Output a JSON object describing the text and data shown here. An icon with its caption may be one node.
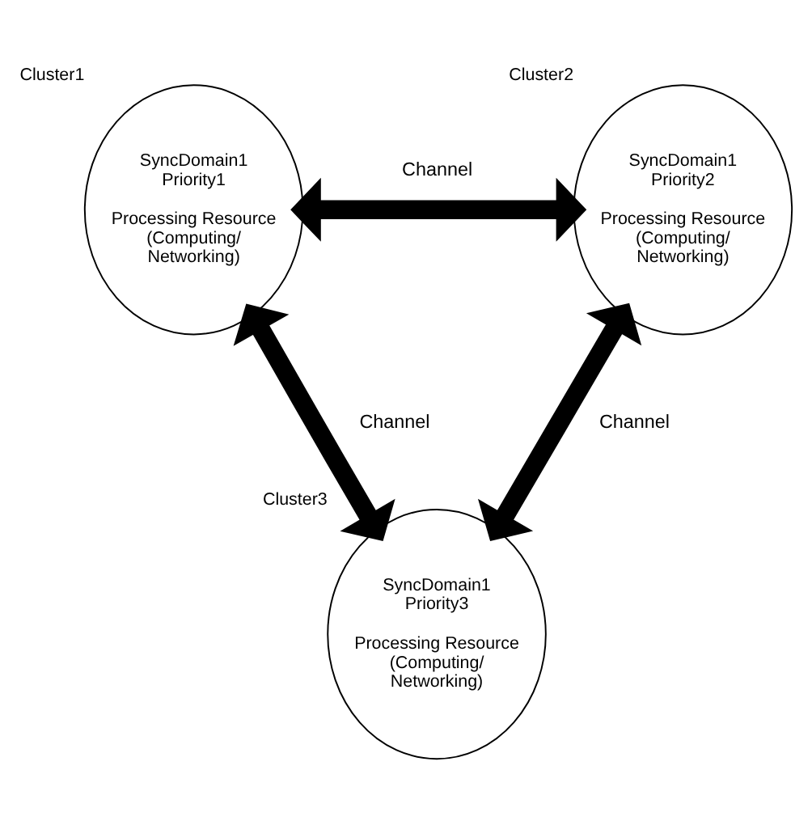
{
  "diagram": {
    "nodes": [
      {
        "text": [
          "Cluster1",
          "SyncDomain1 Priority1",
          "Processing Resource (Computing/ Networking)"
        ]
      },
      {
        "text": [
          "Cluster2",
          "SyncDomain1 Priority2",
          "Processing Resource (Computing/ Networking)"
        ]
      },
      {
        "text": [
          "Cluster3",
          "SyncDomain1 Priority3",
          "Processing Resource (Computing/ Networking)"
        ]
      }
    ],
    "edges": [
      {
        "from": 0,
        "to": 1,
        "arrow": "both",
        "label": "Channel"
      },
      {
        "from": 0,
        "to": 2,
        "arrow": "both",
        "label": "Channel"
      },
      {
        "from": 1,
        "to": 2,
        "arrow": "both",
        "label": "Channel"
      }
    ]
  }
}
